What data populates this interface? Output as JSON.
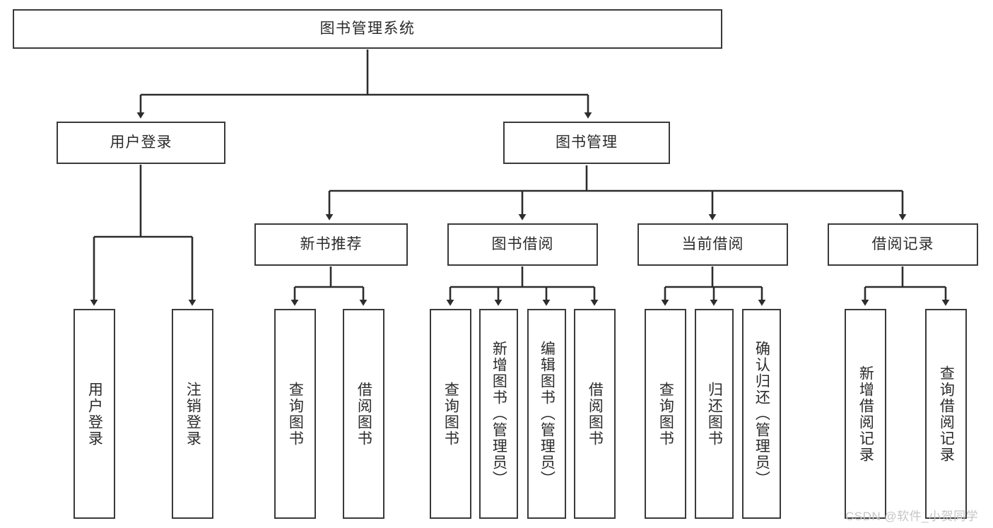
{
  "diagram": {
    "title": "图书管理系统",
    "type": "功能结构图",
    "colors": {
      "box_border": "#3a3a3a",
      "box_fill": "#ffffff",
      "connector": "#2d2d2d",
      "text": "#2b2b2b",
      "background": "#ffffff",
      "watermark": "#c6c6c6"
    },
    "root": {
      "label": "图书管理系统",
      "orientation": "horizontal"
    },
    "level2": [
      {
        "id": "user-login",
        "label": "用户登录",
        "orientation": "horizontal"
      },
      {
        "id": "book-manage",
        "label": "图书管理",
        "orientation": "horizontal"
      }
    ],
    "level3": [
      {
        "id": "new-book-rec",
        "label": "新书推荐",
        "orientation": "horizontal"
      },
      {
        "id": "book-borrow",
        "label": "图书借阅",
        "orientation": "horizontal"
      },
      {
        "id": "current-borrow",
        "label": "当前借阅",
        "orientation": "horizontal"
      },
      {
        "id": "borrow-record",
        "label": "借阅记录",
        "orientation": "horizontal"
      }
    ],
    "leaves": {
      "user_login": [
        {
          "id": "leaf-user-login",
          "label": "用户登录"
        },
        {
          "id": "leaf-user-logout",
          "label": "注销登录"
        }
      ],
      "new_book_rec": [
        {
          "id": "leaf-query-book-1",
          "label": "查询图书"
        },
        {
          "id": "leaf-borrow-book-1",
          "label": "借阅图书"
        }
      ],
      "book_borrow": [
        {
          "id": "leaf-query-book-2",
          "label": "查询图书"
        },
        {
          "id": "leaf-add-book",
          "label": "新增图书（管理员）"
        },
        {
          "id": "leaf-edit-book",
          "label": "编辑图书（管理员）"
        },
        {
          "id": "leaf-borrow-book-2",
          "label": "借阅图书"
        }
      ],
      "current_borrow": [
        {
          "id": "leaf-query-book-3",
          "label": "查询图书"
        },
        {
          "id": "leaf-return-book",
          "label": "归还图书"
        },
        {
          "id": "leaf-confirm-return",
          "label": "确认归还（管理员）"
        }
      ],
      "borrow_record": [
        {
          "id": "leaf-add-record",
          "label": "新增借阅记录"
        },
        {
          "id": "leaf-query-record",
          "label": "查询借阅记录"
        }
      ]
    },
    "watermark": "CSDN @软件_小贺同学"
  }
}
